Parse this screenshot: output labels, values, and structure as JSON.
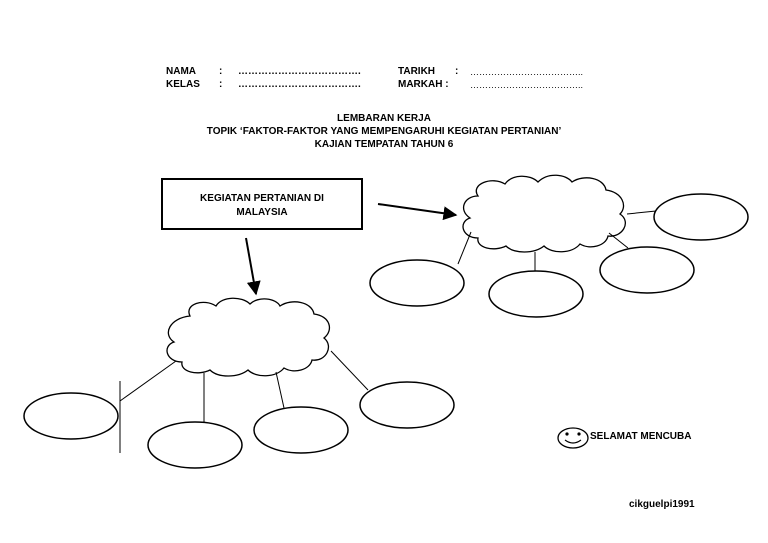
{
  "header": {
    "nama_label": "NAMA",
    "kelas_label": "KELAS",
    "colon": ":",
    "dots_left": "……………………………….",
    "tarikh_label": "TARIKH",
    "markah_label": "MARKAH :",
    "dots_right": "……………………………….."
  },
  "title": {
    "line1": "LEMBARAN KERJA",
    "line2": "TOPIK ‘FAKTOR-FAKTOR YANG MEMPENGARUHI KEGIATAN PERTANIAN’",
    "line3": "KAJIAN TEMPATAN TAHUN 6"
  },
  "main_box": {
    "text": "KEGIATAN PERTANIAN DI MALAYSIA"
  },
  "footer": {
    "greeting": "SELAMAT MENCUBA",
    "credit": "cikguelpi1991"
  },
  "colors": {
    "ink": "#000000",
    "paper": "#ffffff"
  },
  "icons": [
    "smiley-icon",
    "arrow-icon",
    "cloud-shape",
    "ellipse-shape"
  ]
}
